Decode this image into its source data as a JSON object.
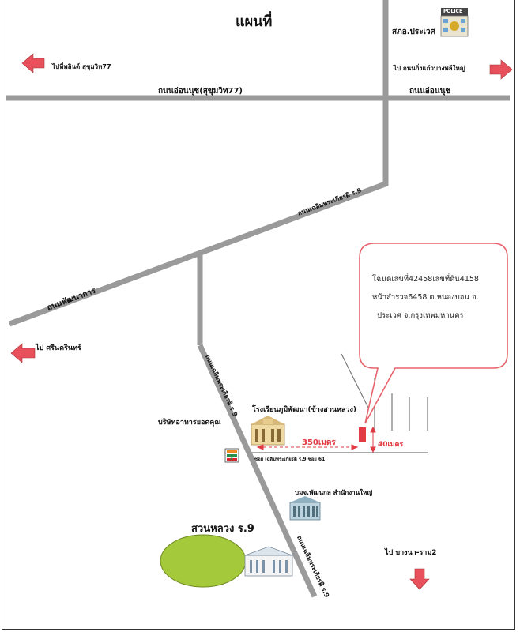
{
  "title": "แผนที่",
  "police": {
    "badge": "POLICE",
    "label": "สภอ.ประเวศ"
  },
  "direction_labels": {
    "sukhumvit": "ไปที่พลินต์ สุขุมวิท77",
    "bangplee": "ไป ถนนกิ่งแก้วบางพลีใหญ่",
    "srinakarin": "ไป ศรีนครินทร์",
    "bangna": "ไป บางนา-ราม2"
  },
  "roads": {
    "onnut_main": "ถนนอ่อนนุช(สุขุมวิท77)",
    "onnut_right": "ถนนอ่อนนุช",
    "patthanakan": "ถนนพัฒนาการ",
    "chaloem_north": "ถนนเฉลิมพระเกียรติ ร.9",
    "chaloem_mid": "ถนนเฉลิมพระเกียรติ ร.9",
    "chaloem_south": "ถนนเฉลิมพระเกียรติ ร.9",
    "soi": "ซอย เฉลิมพระเกียรติ ร.9 ซอย 61"
  },
  "landmarks": {
    "hospital": "โรงเรียนภูมิพัฒนา(ข้างสวนหลวง)",
    "restaurant": "บริษัทอาหารยอดคุณ",
    "office": "บมจ.พัฒนกล สำนักงานใหญ่",
    "park": "สวนหลวง ร.9"
  },
  "callout": {
    "line1": "โฉนดเลขที่42458เลขที่ดิน4158",
    "line2": "หน้าสำรวจ6458 ต.หนองบอน อ.",
    "line3": "ประเวศ จ.กรุงเทพมหานคร"
  },
  "dimensions": {
    "distance": "350เมตร",
    "frontage": "40เมตร"
  },
  "colors": {
    "road": "#9a9a9a",
    "arrow": "#e8505b",
    "park": "#a4c93a",
    "marker": "#e23b45",
    "callout_border": "#e8646c"
  }
}
